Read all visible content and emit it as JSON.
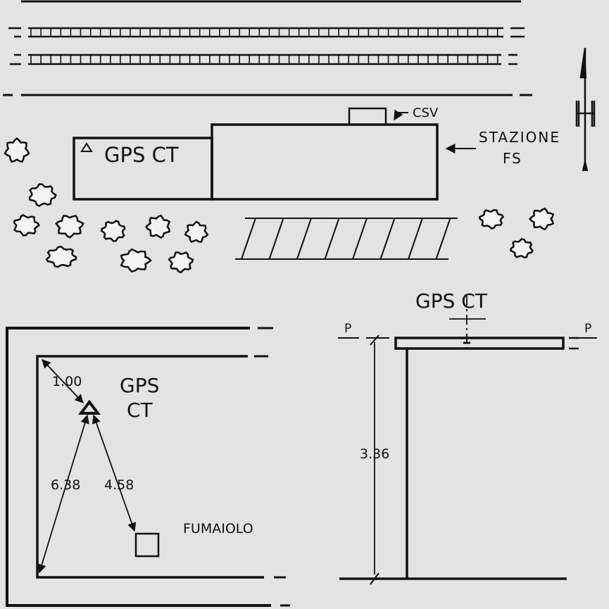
{
  "site_plan": {
    "building_label": "GPS CT",
    "csv_label": "CSV",
    "station_line1": "STAZIONE",
    "station_line2": "FS",
    "north_label": "N"
  },
  "detail_plan": {
    "label_line1": "GPS",
    "label_line2": "CT",
    "dist_corner": "1.00",
    "dist_left": "6.38",
    "dist_chimney": "4.58",
    "chimney_label": "FUMAIOLO"
  },
  "section": {
    "title": "GPS CT",
    "height": "3.36",
    "mark_left": "P",
    "mark_right": "P"
  },
  "colors": {
    "ink": "#111111",
    "paper": "#e3e3e3"
  }
}
